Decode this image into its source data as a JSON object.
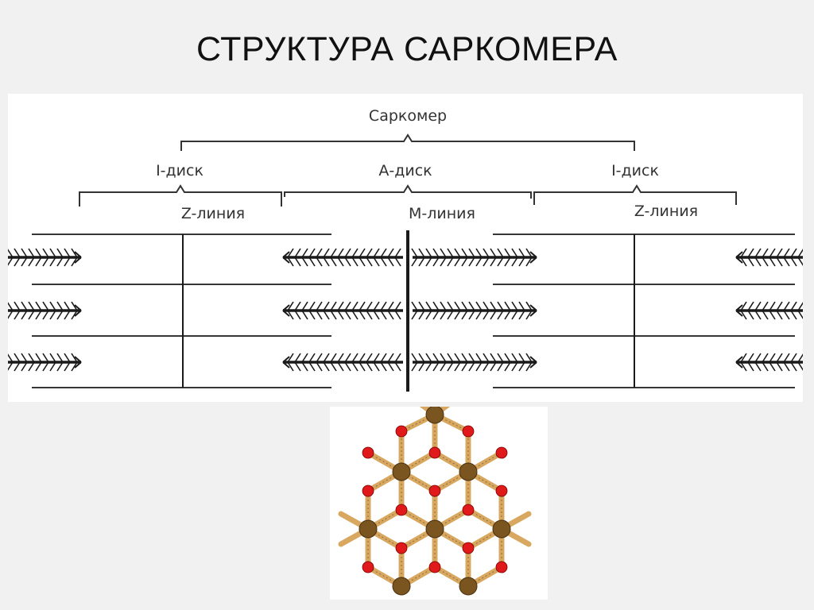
{
  "slide": {
    "title": "СТРУКТУРА САРКОМЕРА"
  },
  "diagram": {
    "labels": {
      "sarcomere": "Саркомер",
      "i_disk_left": "I-диск",
      "a_disk": "А-диск",
      "i_disk_right": "I-диск",
      "z_line_left": "Z-линия",
      "m_line": "М-линия",
      "z_line_right": "Z-линия"
    },
    "colors": {
      "line": "#1a1a1a",
      "text": "#333333"
    }
  },
  "lattice": {
    "colors": {
      "myosin": "#7a5520",
      "actin": "#e01a1a",
      "bridge": "#d8a860"
    }
  }
}
